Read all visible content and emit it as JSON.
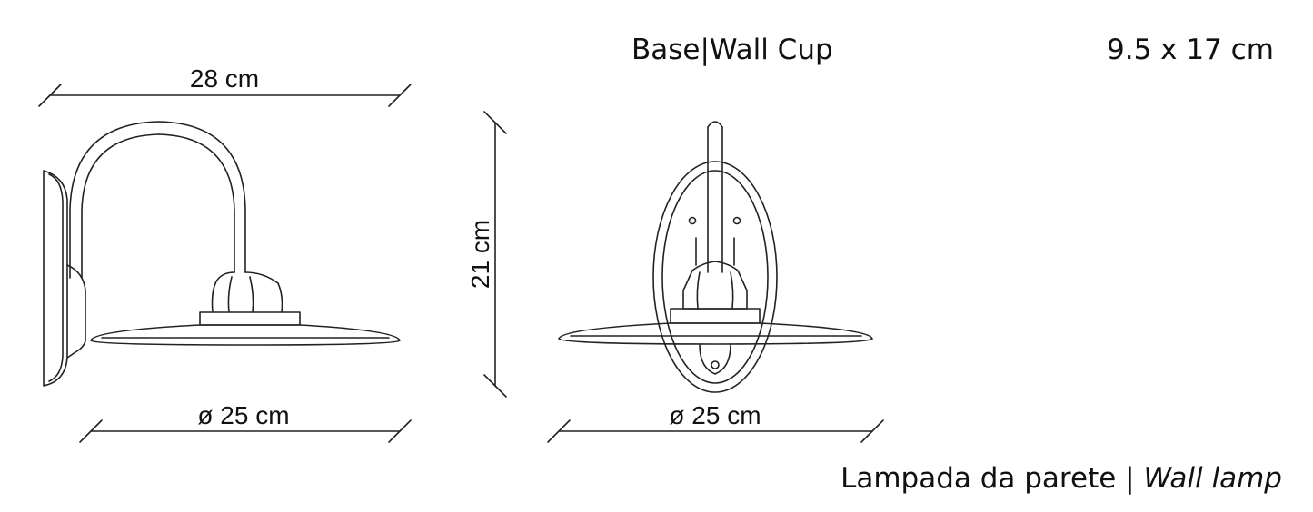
{
  "header": {
    "base_label": "Base|Wall Cup",
    "base_size": "9.5 x 17 cm"
  },
  "dimensions": {
    "side_width": "28 cm",
    "side_diameter": "ø 25 cm",
    "height": "21 cm",
    "front_diameter": "ø 25 cm"
  },
  "footer": {
    "title_it": "Lampada da parete",
    "separator": "|",
    "title_en": "Wall lamp"
  },
  "colors": {
    "line": "#222222",
    "background": "#ffffff"
  }
}
